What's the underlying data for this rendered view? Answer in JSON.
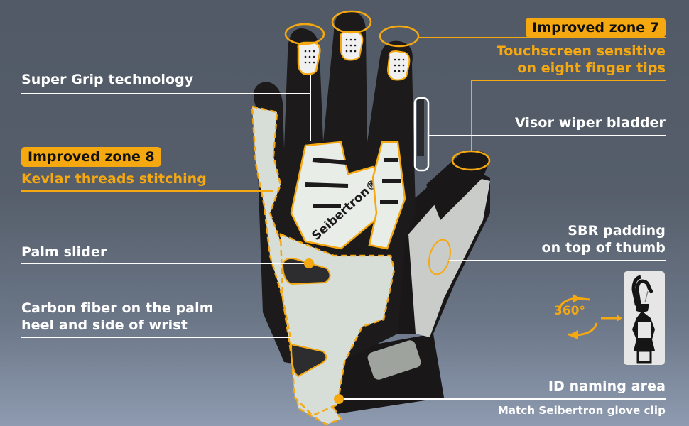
{
  "brand": "Seibertron®",
  "colors": {
    "accent": "#f5a80f",
    "label_text": "#ffffff",
    "badge_text": "#111111",
    "background_top": "#515a66",
    "background_bottom": "#8e9bb0"
  },
  "callouts_left": [
    {
      "id": "super-grip",
      "text": "Super Grip technology"
    },
    {
      "id": "zone8",
      "badge": "Improved zone 8",
      "text": "Kevlar threads stitching"
    },
    {
      "id": "palm-slider",
      "text": "Palm slider"
    },
    {
      "id": "carbon",
      "text_line1": "Carbon fiber on the palm",
      "text_line2": "heel and side of wrist"
    }
  ],
  "callouts_right": [
    {
      "id": "zone7",
      "badge": "Improved zone 7",
      "text_line1": "Touchscreen sensitive",
      "text_line2": "on eight finger tips"
    },
    {
      "id": "visor",
      "text": "Visor wiper bladder"
    },
    {
      "id": "sbr",
      "text_line1": "SBR padding",
      "text_line2": "on top of thumb"
    },
    {
      "id": "id-area",
      "text": "ID naming area",
      "subtext": "Match Seibertron glove clip"
    }
  ],
  "clip_graphic": {
    "rotation_label": "360°",
    "icon": "glove-clip-icon"
  }
}
